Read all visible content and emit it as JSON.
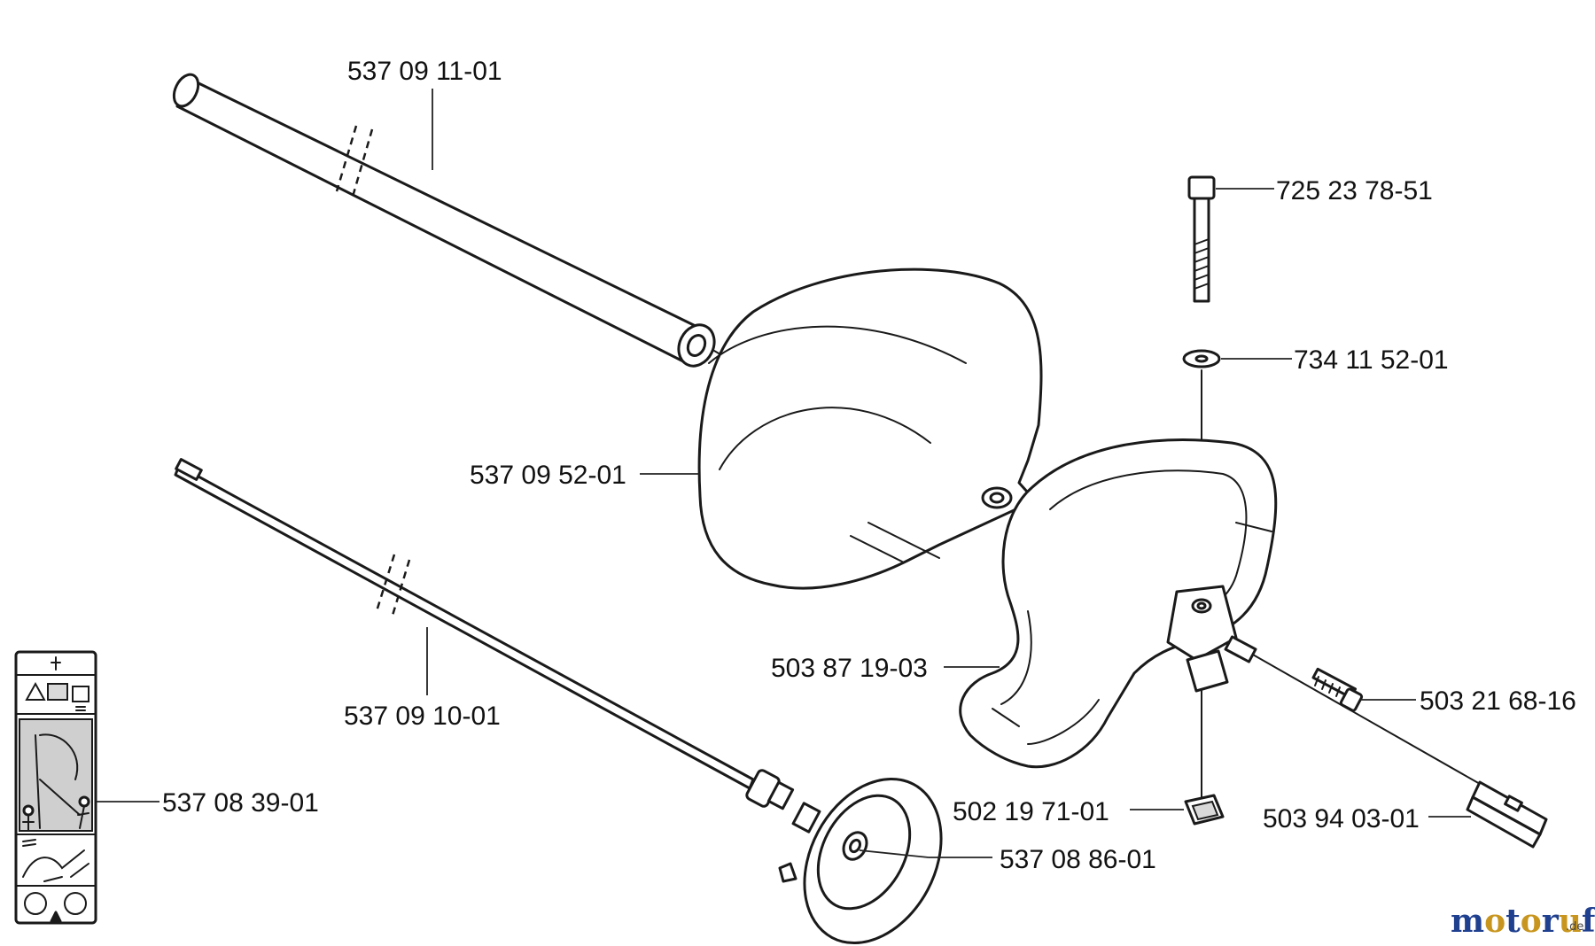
{
  "parts": [
    {
      "id": "tube",
      "number": "537 09 11-01"
    },
    {
      "id": "bolt",
      "number": "725 23 78-51"
    },
    {
      "id": "washer",
      "number": "734 11 52-01"
    },
    {
      "id": "guard",
      "number": "537 09 52-01"
    },
    {
      "id": "handle",
      "number": "503 87 19-03"
    },
    {
      "id": "screw",
      "number": "503 21 68-16"
    },
    {
      "id": "drive-shaft",
      "number": "537 09 10-01"
    },
    {
      "id": "decal",
      "number": "537 08 39-01"
    },
    {
      "id": "nut",
      "number": "502 19 71-01"
    },
    {
      "id": "clip",
      "number": "503 94 03-01"
    },
    {
      "id": "bearing-housing",
      "number": "537 08 86-01"
    }
  ],
  "watermark": {
    "letters": [
      "m",
      "o",
      "t",
      "o",
      "r",
      "u",
      "f"
    ],
    "suffix": ".de",
    "colors": {
      "m": "#1f3f8f",
      "o": "#c8961e",
      "t": "#1f3f8f",
      "o2": "#c8961e",
      "r": "#1f3f8f",
      "u": "#c8961e",
      "f": "#1f3f8f"
    }
  }
}
